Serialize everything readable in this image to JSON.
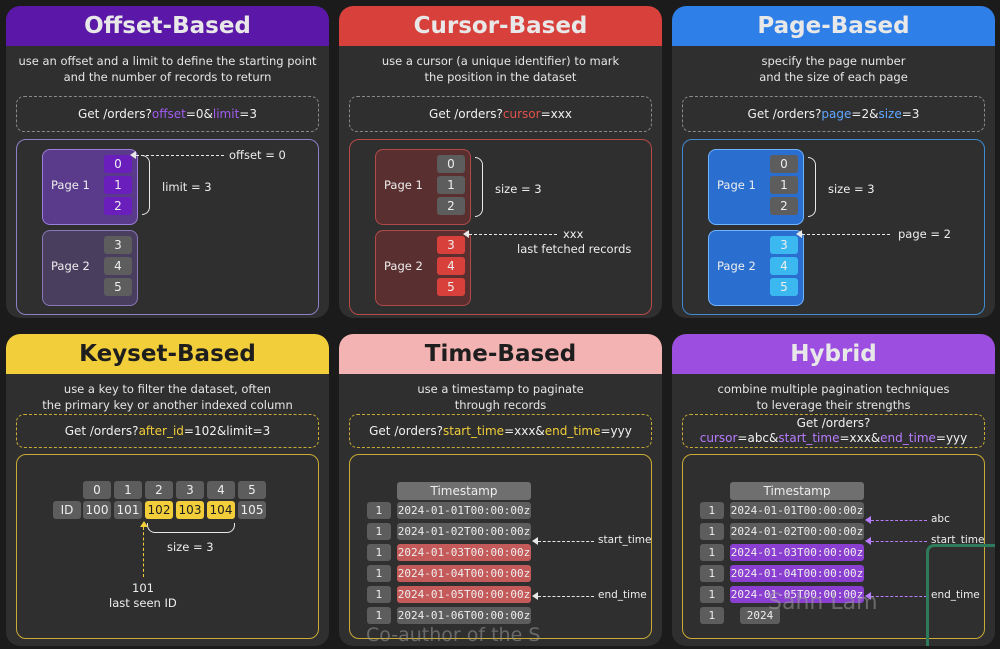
{
  "colors": {
    "offset": "#6a1fbd",
    "cursor": "#de4a43",
    "page": "#2f7fe8",
    "keyset": "#f2cf3a",
    "time": "#f4b3b3",
    "hybrid": "#9b4ee0"
  },
  "offset": {
    "title": "Offset-Based",
    "desc": [
      "use an offset and a limit to define the starting point",
      "and the number of records to return"
    ],
    "req_prefix": "Get /orders?",
    "req_k1": "offset",
    "req_v1": "=0&",
    "req_k2": "limit",
    "req_v2": "=3",
    "page1": "Page 1",
    "page2": "Page 2",
    "cells1": [
      "0",
      "1",
      "2"
    ],
    "cells2": [
      "3",
      "4",
      "5"
    ],
    "offset_note": "offset = 0",
    "limit_note": "limit = 3"
  },
  "cursor": {
    "title": "Cursor-Based",
    "desc": [
      "use a cursor (a unique identifier) to mark",
      "the position in the dataset"
    ],
    "req_prefix": "Get /orders?",
    "req_k1": "cursor",
    "req_v1": "=xxx",
    "page1": "Page 1",
    "page2": "Page 2",
    "cells1": [
      "0",
      "1",
      "2"
    ],
    "cells2": [
      "3",
      "4",
      "5"
    ],
    "size_note": "size = 3",
    "xxx_note": "xxx",
    "last_note": "last fetched records"
  },
  "page": {
    "title": "Page-Based",
    "desc": [
      "specify the page number",
      "and the size of each page"
    ],
    "req_prefix": "Get /orders?",
    "req_k1": "page",
    "req_v1": "=2&",
    "req_k2": "size",
    "req_v2": "=3",
    "page1": "Page 1",
    "page2": "Page 2",
    "cells1": [
      "0",
      "1",
      "2"
    ],
    "cells2": [
      "3",
      "4",
      "5"
    ],
    "size_note": "size = 3",
    "page_note": "page = 2"
  },
  "keyset": {
    "title": "Keyset-Based",
    "desc": [
      "use a key to filter the dataset, often",
      "the primary key or another indexed column"
    ],
    "req_prefix": "Get /orders?",
    "req_k1": "after_id",
    "req_v1": "=102&limit=3",
    "indices": [
      "0",
      "1",
      "2",
      "3",
      "4",
      "5"
    ],
    "id_label": "ID",
    "ids": [
      "100",
      "101",
      "102",
      "103",
      "104",
      "105"
    ],
    "size_note": "size = 3",
    "last_id": "101",
    "last_note": "last seen ID"
  },
  "time": {
    "title": "Time-Based",
    "desc": [
      "use a timestamp to paginate",
      "through records"
    ],
    "req_prefix": "Get /orders?",
    "req_k1": "start_time",
    "req_v1": "=xxx&",
    "req_k2": "end_time",
    "req_v2": "=yyy",
    "header": "Timestamp",
    "nums": [
      "1",
      "1",
      "1",
      "1",
      "1",
      "1"
    ],
    "stamps": [
      "2024-01-01T00:00:00z",
      "2024-01-02T00:00:00z",
      "2024-01-03T00:00:00z",
      "2024-01-04T00:00:00z",
      "2024-01-05T00:00:00z",
      "2024-01-06T00:00:00z"
    ],
    "start_note": "start_time",
    "end_note": "end_time"
  },
  "hybrid": {
    "title": "Hybrid",
    "desc": [
      "combine multiple pagination techniques",
      "to leverage their strengths"
    ],
    "req_line1": "Get /orders?",
    "req_k1": "cursor",
    "req_v1": "=abc&",
    "req_k2": "start_time",
    "req_v2": "=xxx&",
    "req_k3": "end_time",
    "req_v3": "=yyy",
    "header": "Timestamp",
    "nums": [
      "1",
      "1",
      "1",
      "1",
      "1",
      "1"
    ],
    "stamps": [
      "2024-01-01T00:00:00z",
      "2024-01-02T00:00:00z",
      "2024-01-03T00:00:00z",
      "2024-01-04T00:00:00z",
      "2024-01-05T00:00:00z",
      "2024"
    ],
    "abc_note": "abc",
    "start_note": "start_time",
    "end_note": "end_time"
  },
  "watermark": {
    "name": "Sahn Lam",
    "coauthor": "Co-author of the S"
  }
}
